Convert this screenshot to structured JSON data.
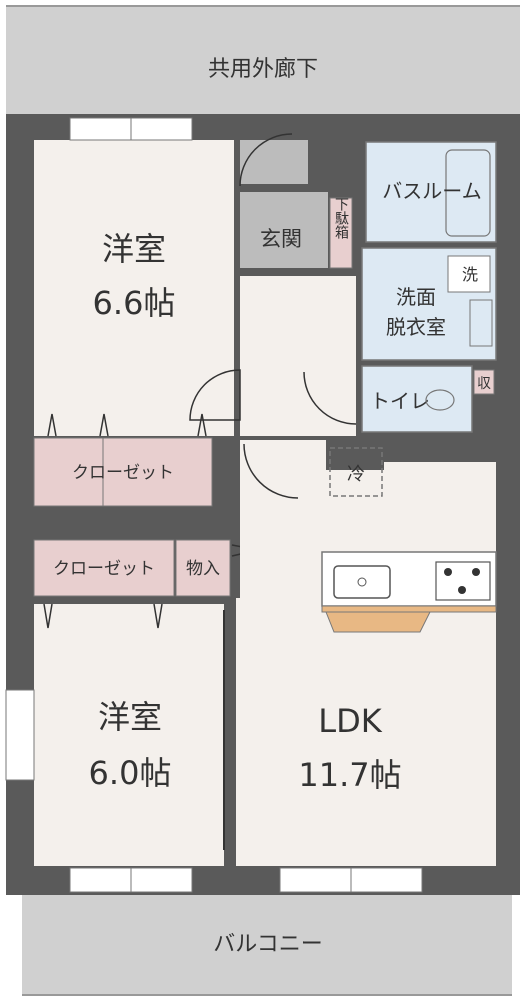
{
  "colors": {
    "wall": "#5a5a5a",
    "room_floor": "#f4f0ec",
    "corridor": "#d0d0d0",
    "closet": "#e8cfcf",
    "wet_area": "#dde9f3",
    "kitchen_counter": "#e8b884",
    "text": "#333333"
  },
  "plan": {
    "corridor_label": "共用外廊下",
    "balcony_label": "バルコニー",
    "rooms": {
      "western_room_1": {
        "name": "洋室",
        "size": "6.6帖"
      },
      "western_room_2": {
        "name": "洋室",
        "size": "6.0帖"
      },
      "ldk": {
        "name": "LDK",
        "size": "11.7帖"
      },
      "entrance": "玄関",
      "shoe_box": "下駄箱",
      "bathroom": "バスルーム",
      "washroom": "洗面",
      "dressing_room": "脱衣室",
      "toilet": "トイレ",
      "storage": "物入"
    },
    "fixtures": {
      "closet_1": "クローゼット",
      "closet_2": "クローゼット",
      "refrigerator": "冷",
      "washer": "洗",
      "storage_small": "収"
    }
  }
}
